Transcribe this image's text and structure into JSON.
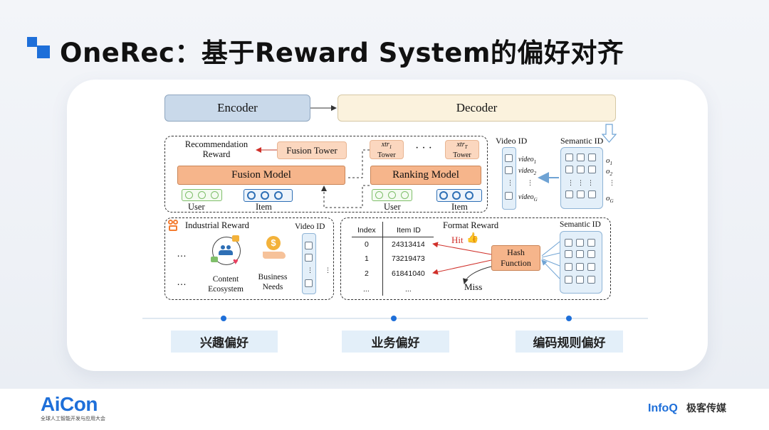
{
  "slide": {
    "title": "OneRec：基于Reward System的偏好对齐",
    "accent_color": "#1e6fd9"
  },
  "diagram": {
    "encoder": "Encoder",
    "decoder": "Decoder",
    "recommendation_reward": "Recommendation\nReward",
    "fusion_tower": "Fusion Tower",
    "xtr1_tower": "Tower",
    "xtr1": "xtr",
    "xtr1_sub": "1",
    "xtrT": "xtr",
    "xtrT_sub": "T",
    "xtrT_tower": "Tower",
    "ellipsis": "· · ·",
    "fusion_model": "Fusion Model",
    "ranking_model": "Ranking Model",
    "user": "User",
    "item": "Item",
    "video_id": "Video ID",
    "semantic_id": "Semantic ID",
    "videos": [
      "video",
      "video",
      "video"
    ],
    "video_subs": [
      "1",
      "2",
      "G"
    ],
    "outputs": [
      "o",
      "o",
      "o"
    ],
    "output_subs": [
      "1",
      "2",
      "G"
    ],
    "industrial_reward": "Industrial Reward",
    "content_ecosystem": "Content\nEcosystem",
    "business_needs": "Business\nNeeds",
    "dots": "…",
    "format_reward": "Format Reward",
    "table": {
      "headers": [
        "Index",
        "Item ID"
      ],
      "rows": [
        [
          "0",
          "24313414"
        ],
        [
          "1",
          "73219473"
        ],
        [
          "2",
          "61841040"
        ],
        [
          "...",
          "..."
        ]
      ]
    },
    "hit": "Hit",
    "miss": "Miss",
    "hash_function": "Hash\nFunction"
  },
  "tags": [
    "兴趣偏好",
    "业务偏好",
    "编码规则偏好"
  ],
  "footer": {
    "aicon": "AiCon",
    "aicon_sub": "全球人工智能开发与应用大会",
    "infoq": "InfoQ",
    "infoq_cn": "极客传媒"
  }
}
